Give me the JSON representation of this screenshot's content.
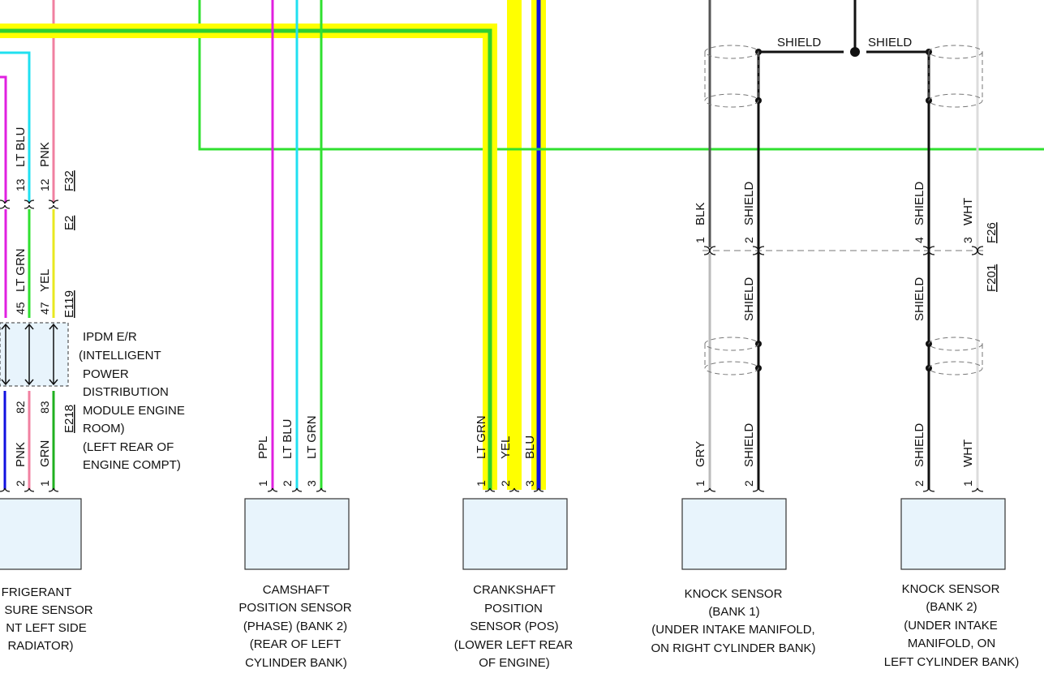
{
  "shield_top": [
    "SHIELD",
    "SHIELD"
  ],
  "left_upper_wires": [
    "LT BLU",
    "PNK"
  ],
  "left_upper_pins": [
    "13",
    "12"
  ],
  "left_upper_connectors": [
    "F32",
    "E2"
  ],
  "left_mid_wires": [
    "LT GRN",
    "YEL"
  ],
  "left_mid_pins": [
    "45",
    "47"
  ],
  "left_mid_connector": "E119",
  "ipdm_label": [
    "IPDM E/R",
    "(INTELLIGENT",
    "POWER",
    "DISTRIBUTION",
    "MODULE ENGINE",
    "ROOM)",
    "(LEFT REAR OF",
    "ENGINE COMPT)"
  ],
  "ipdm_out_pins": [
    "82",
    "83"
  ],
  "ipdm_out_connector": "E218",
  "refrig": {
    "wires": [
      "PNK",
      "GRN"
    ],
    "pins": [
      "2",
      "1"
    ],
    "label": [
      "FRIGERANT",
      "SURE SENSOR",
      "NT LEFT SIDE",
      "RADIATOR)"
    ]
  },
  "cam": {
    "wires": [
      "PPL",
      "LT BLU",
      "LT GRN"
    ],
    "pins": [
      "1",
      "2",
      "3"
    ],
    "label": [
      "CAMSHAFT",
      "POSITION SENSOR",
      "(PHASE) (BANK 2)",
      "(REAR OF LEFT",
      "CYLINDER BANK)"
    ]
  },
  "crank": {
    "wires": [
      "LT GRN",
      "YEL",
      "BLU"
    ],
    "pins": [
      "1",
      "2",
      "3"
    ],
    "label": [
      "CRANKSHAFT",
      "POSITION",
      "SENSOR (POS)",
      "(LOWER LEFT REAR",
      "OF ENGINE)"
    ]
  },
  "knock1": {
    "upper_wires": [
      "BLK",
      "SHIELD"
    ],
    "upper_pins": [
      "1",
      "2"
    ],
    "mid_wire": "SHIELD",
    "lower_wires": [
      "GRY",
      "SHIELD"
    ],
    "lower_pins": [
      "1",
      "2"
    ],
    "label": [
      "KNOCK SENSOR",
      "(BANK 1)",
      "(UNDER INTAKE MANIFOLD,",
      "ON RIGHT CYLINDER BANK)"
    ]
  },
  "knock2": {
    "upper_wires": [
      "SHIELD",
      "WHT"
    ],
    "upper_pins": [
      "4",
      "3"
    ],
    "connectors": [
      "F26",
      "F201"
    ],
    "mid_wire": "SHIELD",
    "lower_wires": [
      "SHIELD",
      "WHT"
    ],
    "lower_pins": [
      "2",
      "1"
    ],
    "label": [
      "KNOCK SENSOR",
      "(BANK 2)",
      "(UNDER INTAKE",
      "MANIFOLD, ON",
      "LEFT CYLINDER BANK)"
    ]
  }
}
